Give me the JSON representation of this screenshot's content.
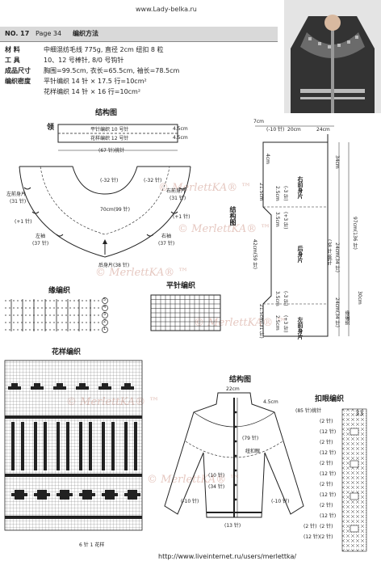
{
  "site_url": "www.Lady-belka.ru",
  "header": {
    "model": "NO. 17",
    "page": "Page  34",
    "section": "编织方法"
  },
  "specs": [
    {
      "label": "材    料",
      "value": "中细混纺毛线 775g, 直径 2cm 纽扣 8 粒"
    },
    {
      "label": "工    具",
      "value": "10、12 号棒针, 8/0 号钩针"
    },
    {
      "label": "成品尺寸",
      "value": "胸围=99.5cm, 衣长=65.5cm, 袖长=78.5cm"
    },
    {
      "label": "编织密度",
      "value": "平针编织 14 针 × 17.5 行=10cm²"
    },
    {
      "label": "",
      "value": "花样编织 14 针 × 16 行=10cm²"
    }
  ],
  "collar_diagram": {
    "title": "结构图",
    "collar_label": "领",
    "collar_text1": "平针编织 10 号针",
    "collar_text2": "花样编织 12 号针",
    "collar_width": "(67 针)挑针",
    "dim1": "4.5cm",
    "dim2": "4.5cm",
    "neck": "(-32 针)",
    "neck2": "(-32 针)",
    "left_front": "左前身片",
    "left_front_st": "(31 针)",
    "right_front": "右前身片",
    "right_front_st": "(31 针)",
    "round": "70cm(99 针)",
    "plus1a": "(+1 针)",
    "plus1b": "(+1 针)",
    "left_sleeve": "左袖",
    "left_sleeve_st": "(37 针)",
    "right_sleeve": "右袖",
    "right_sleeve_st": "(37 针)",
    "back": "后身片(38 针)"
  },
  "edge_chart": {
    "title": "缘编织",
    "rows": [
      "5",
      "4",
      "3",
      "2",
      "1"
    ]
  },
  "plain_chart": {
    "title": "平针编织"
  },
  "pattern_chart": {
    "title": "花样编织",
    "bottom_label": "6 针 1 花样"
  },
  "body_diagram": {
    "title": "结构图",
    "top_dims": [
      "7cm",
      "(-10 针)",
      "20cm",
      "24cm"
    ],
    "right_front": "右前身片",
    "back": "后身片",
    "left_front": "左前身片",
    "dims": [
      "4cm",
      "34cm",
      "21.5cm",
      "2.5cm",
      "(-3 针)",
      "3.5cm",
      "(+3 针)",
      "42cm(59 针)",
      "97cm(136 针)",
      "24cm(34 针)",
      "(38 针)挑针",
      "24cm(34 针)",
      "21.5cm(31 针)",
      "3.5cm",
      "(-3 针)",
      "2.5cm",
      "(+3 针)",
      "30cm",
      "缘编织"
    ]
  },
  "cardigan_diagram": {
    "title": "结构图",
    "neck": "22cm",
    "collar_h": "4.5cm",
    "front_band": "(79 针)",
    "collar_st": "(10 针)",
    "sleeve_st": "(34 针)",
    "button_hole": "纽扣眼",
    "bottom": "(13 针)",
    "bottom2": "(-10 针)",
    "bottom3": "(-10 针)"
  },
  "buttonhole_chart": {
    "title": "扣眼编织",
    "labels": [
      "(85 针)挑针",
      "(2 针)",
      "(12 针)",
      "(2 针)",
      "(12 针)",
      "(2 针)",
      "(12 针)",
      "(2 针)",
      "(12 针)",
      "(2 针)",
      "(12 针)",
      "(2 针)",
      "(2 针)",
      "(12 针)",
      "(2 针)"
    ]
  },
  "watermarks": [
    "© MerlettKA® ™",
    "© MerlettKA® ™",
    "© MerlettKA® ™",
    "© MerlettKA® ™",
    "© MerlettKA® ™",
    "© MerlettKA® ™"
  ],
  "page_number": "33",
  "footer_url": "http://www.liveinternet.ru/users/merlettka/"
}
